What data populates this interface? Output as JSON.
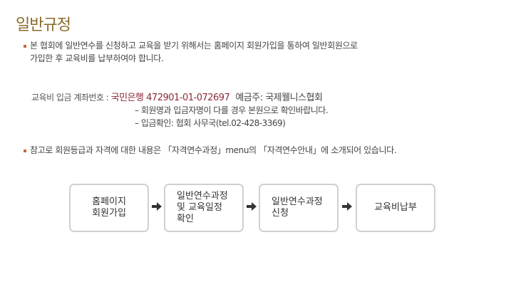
{
  "page": {
    "title": "일반규정"
  },
  "notice1": {
    "line1": "본 협회에 일반연수를 신청하고 교육을 받기 위해서는 홈페이지 회원가입을 통하여 일반회원으로",
    "line2": "가입한 후 교육비를 납부하여야 합니다."
  },
  "account": {
    "label": "교육비 입금 계좌번호 : ",
    "bank": "국민은행",
    "number": " 472901-01-072697",
    "holder": "예금주: 국제웰니스협회",
    "note1": "– 회원명과 입금자명이 다를 경우 본원으로 확인바랍니다.",
    "note2": "– 입금확인: 협회 사무국(tel.02-428-3369)"
  },
  "notice2": {
    "text": "참고로 회원등급과 자격에 대한 내용은 「자격연수과정」menu의 「자격연수안내」에 소개되어 있습니다."
  },
  "flow": {
    "steps": [
      {
        "label": "홈페이지\n회원가입"
      },
      {
        "label": "일반연수과정\n및 교육일정\n확인"
      },
      {
        "label": "일반연수과정\n신청"
      },
      {
        "label": "교육비납부"
      }
    ],
    "arrow_icon": "right-arrow-icon"
  },
  "colors": {
    "title": "#8a6a2a",
    "bullet": "#c06a3a",
    "highlight": "#8b2a3a",
    "box_border": "#d0d0d0",
    "arrow": "#333333"
  }
}
